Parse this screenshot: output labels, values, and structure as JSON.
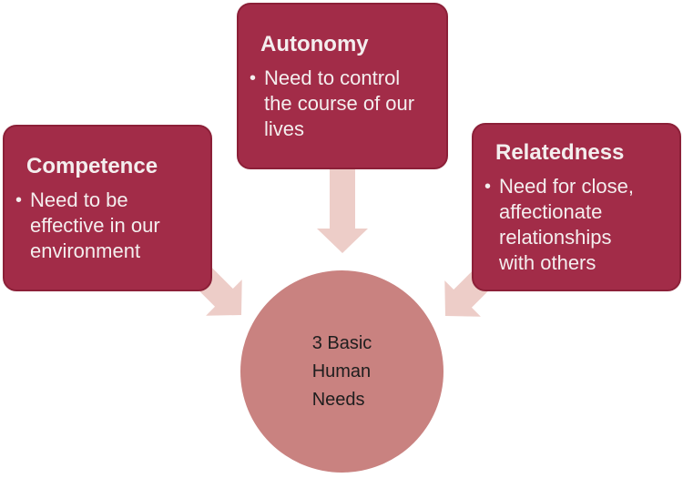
{
  "diagram": {
    "type": "hub-and-spoke",
    "bullet_char": "•",
    "center": {
      "label": "3 Basic\nHuman\nNeeds"
    },
    "boxes": [
      {
        "title": "Competence",
        "bullets": [
          "Need to be\neffective in our\nenvironment"
        ]
      },
      {
        "title": "Autonomy",
        "bullets": [
          "Need to control\nthe course of our\nlives"
        ]
      },
      {
        "title": "Relatedness",
        "bullets": [
          "Need for close,\naffectionate\nrelationships\nwith others"
        ]
      }
    ],
    "colors": {
      "box_fill": "#a22c48",
      "box_border": "#8c2038",
      "box_text": "#f4eeee",
      "circle_fill": "#c98280",
      "circle_text": "#1e1e1e",
      "arrow_fill": "#edcdc8",
      "background": "#ffffff"
    }
  }
}
